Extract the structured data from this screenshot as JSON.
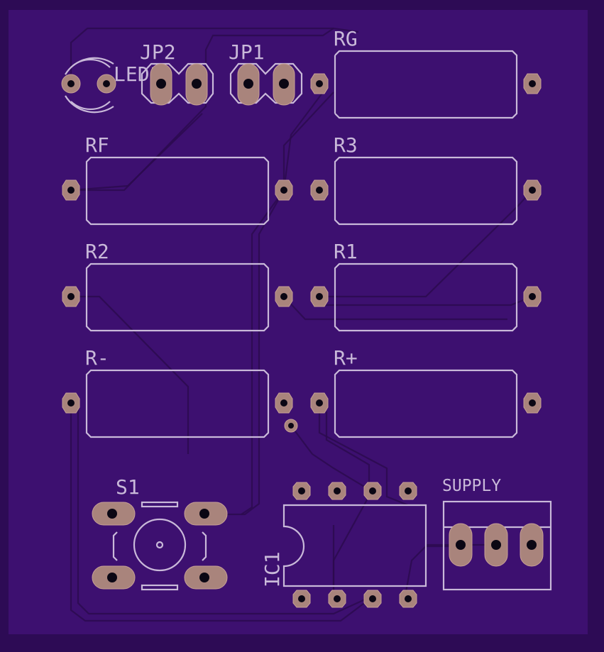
{
  "board": {
    "bg_color": "#3a0f6a",
    "outer_color": "#2d0b55",
    "silk_color": "#c9b9d9",
    "pad_color": "#a9847c"
  },
  "labels": {
    "led": "LED1",
    "jp2": "JP2",
    "jp1": "JP1",
    "rg": "RG",
    "rf": "RF",
    "r3": "R3",
    "r2": "R2",
    "r1": "R1",
    "rminus": "R-",
    "rplus": "R+",
    "s1": "S1",
    "ic1": "IC1",
    "supply": "SUPPLY"
  },
  "components": [
    {
      "id": "LED1",
      "type": "led"
    },
    {
      "id": "JP2",
      "type": "jumper"
    },
    {
      "id": "JP1",
      "type": "jumper"
    },
    {
      "id": "RG",
      "type": "resistor"
    },
    {
      "id": "RF",
      "type": "resistor"
    },
    {
      "id": "R3",
      "type": "resistor"
    },
    {
      "id": "R2",
      "type": "resistor"
    },
    {
      "id": "R1",
      "type": "resistor"
    },
    {
      "id": "R-",
      "type": "resistor"
    },
    {
      "id": "R+",
      "type": "resistor"
    },
    {
      "id": "S1",
      "type": "pushbutton"
    },
    {
      "id": "IC1",
      "type": "dip-8"
    },
    {
      "id": "SUPPLY",
      "type": "3-pin-header"
    }
  ]
}
